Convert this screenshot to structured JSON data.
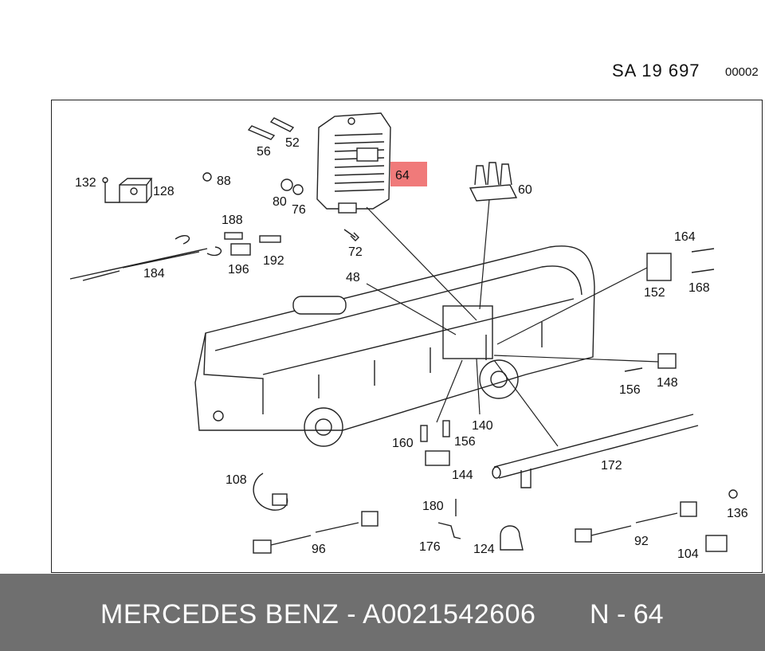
{
  "header": {
    "code": "SA  19 697",
    "sheet": "00002"
  },
  "highlight_color": "#f07a7a",
  "callouts": [
    {
      "id": "56",
      "label": "56"
    },
    {
      "id": "52",
      "label": "52"
    },
    {
      "id": "64",
      "label": "64"
    },
    {
      "id": "132",
      "label": "132"
    },
    {
      "id": "128",
      "label": "128"
    },
    {
      "id": "88",
      "label": "88"
    },
    {
      "id": "80",
      "label": "80"
    },
    {
      "id": "76",
      "label": "76"
    },
    {
      "id": "60",
      "label": "60"
    },
    {
      "id": "188",
      "label": "188"
    },
    {
      "id": "72",
      "label": "72"
    },
    {
      "id": "184",
      "label": "184"
    },
    {
      "id": "196",
      "label": "196"
    },
    {
      "id": "192",
      "label": "192"
    },
    {
      "id": "164",
      "label": "164"
    },
    {
      "id": "48",
      "label": "48"
    },
    {
      "id": "152",
      "label": "152"
    },
    {
      "id": "168",
      "label": "168"
    },
    {
      "id": "156a",
      "label": "156"
    },
    {
      "id": "148",
      "label": "148"
    },
    {
      "id": "140",
      "label": "140"
    },
    {
      "id": "160",
      "label": "160"
    },
    {
      "id": "156b",
      "label": "156"
    },
    {
      "id": "172",
      "label": "172"
    },
    {
      "id": "144",
      "label": "144"
    },
    {
      "id": "108",
      "label": "108"
    },
    {
      "id": "180",
      "label": "180"
    },
    {
      "id": "136",
      "label": "136"
    },
    {
      "id": "96",
      "label": "96"
    },
    {
      "id": "176",
      "label": "176"
    },
    {
      "id": "124",
      "label": "124"
    },
    {
      "id": "92",
      "label": "92"
    },
    {
      "id": "104",
      "label": "104"
    }
  ],
  "footer": {
    "text": "MERCEDES BENZ - A0021542606",
    "position": "N - 64"
  }
}
